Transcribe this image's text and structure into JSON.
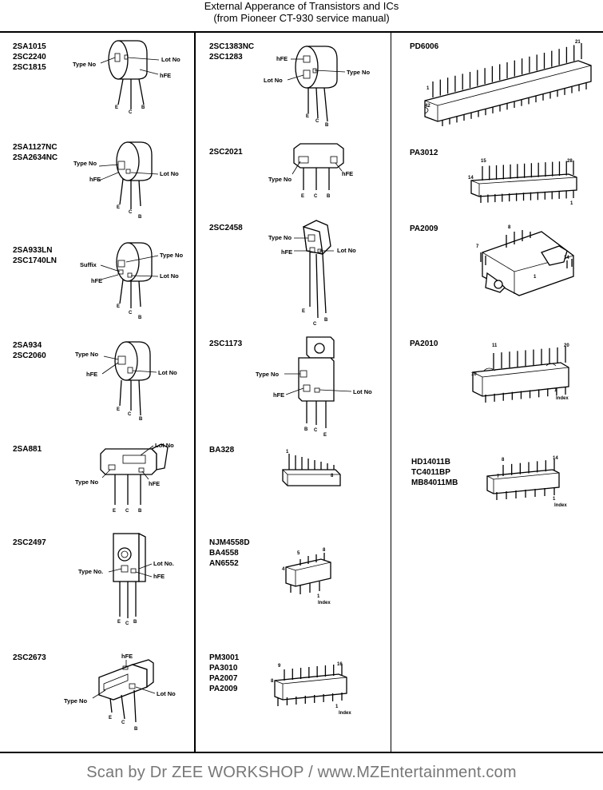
{
  "page": {
    "title_line1": "External Apperance of Transistors and ICs",
    "title_line2": "(from Pioneer CT-930 service manual)",
    "footer": "Scan by Dr ZEE WORKSHOP / www.MZEntertainment.com"
  },
  "pins": {
    "e": "E",
    "c": "C",
    "b": "B",
    "index": "Index"
  },
  "labels": {
    "type_no": "Type No",
    "type_no_dot": "Type No.",
    "lot_no": "Lot No",
    "lot_no_dot": "Lot No.",
    "hfe": "hFE",
    "suffix": "Suffix"
  },
  "col1": [
    {
      "parts": "2SA1015\n2SC2240\n2SC1815"
    },
    {
      "parts": "2SA1127NC\n2SA2634NC"
    },
    {
      "parts": "2SA933LN\n2SC1740LN"
    },
    {
      "parts": "2SA934\n2SC2060"
    },
    {
      "parts": "2SA881"
    },
    {
      "parts": "2SC2497"
    },
    {
      "parts": "2SC2673"
    }
  ],
  "col2": [
    {
      "parts": "2SC1383NC\n2SC1283"
    },
    {
      "parts": "2SC2021"
    },
    {
      "parts": "2SC2458"
    },
    {
      "parts": "2SC1173"
    },
    {
      "parts": "BA328",
      "pin_a": "1",
      "pin_b": "8"
    },
    {
      "parts": "NJM4558D\nBA4558\nAN6552",
      "pin_a": "5",
      "pin_b": "8",
      "pin_c": "4",
      "pin_d": "1"
    },
    {
      "parts": "PM3001\nPA3010\nPA2007\nPA2009",
      "pin_a": "9",
      "pin_b": "16",
      "pin_c": "8",
      "pin_d": "1"
    }
  ],
  "col3": [
    {
      "parts": "PD6006",
      "pin_a": "21",
      "pin_b": "1",
      "pin_c": "42"
    },
    {
      "parts": "PA3012",
      "pin_a": "15",
      "pin_b": "28",
      "pin_c": "14",
      "pin_d": "1"
    },
    {
      "parts": "PA2009",
      "pin_a": "8",
      "pin_b": "7",
      "pin_c": "14",
      "pin_d": "1"
    },
    {
      "parts": "PA2010",
      "pin_a": "11",
      "pin_b": "20",
      "pin_c": "10",
      "pin_d": "1"
    },
    {
      "parts": "HD14011B\nTC4011BP\nMB84011MB",
      "pin_a": "8",
      "pin_b": "14",
      "pin_c": "7",
      "pin_d": "1"
    }
  ]
}
